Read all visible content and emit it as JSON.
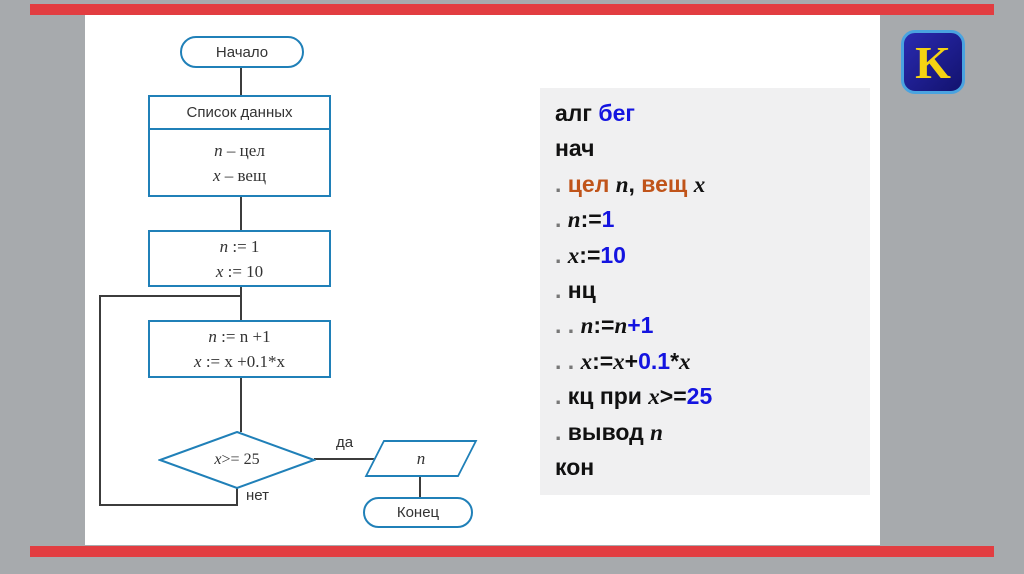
{
  "colors": {
    "background_gray": "#a7aaad",
    "bar_red": "#e23d41",
    "shape_border_blue": "#2080b8",
    "connector_dark": "#3c3c3c",
    "panel_gray": "#f0f0f1",
    "code_blue": "#1414e0",
    "code_type_orange": "#c0541a",
    "logo_blue": "#1c1c9c",
    "logo_yellow": "#f5d312"
  },
  "flowchart": {
    "start_label": "Начало",
    "end_label": "Конец",
    "data_title": "Список данных",
    "data_lines": [
      {
        "v": "n",
        "rest": " – цел"
      },
      {
        "v": "x",
        "rest": " – вещ"
      }
    ],
    "init_lines": [
      {
        "v": "n",
        "rest": " := 1"
      },
      {
        "v": "x",
        "rest": " := 10"
      }
    ],
    "loop_lines": [
      {
        "v": "n",
        "rest": " := n +1"
      },
      {
        "v": "x",
        "rest": " := x +0.1*x"
      }
    ],
    "condition": {
      "v": "x",
      "rest": ">= 25"
    },
    "branch_yes": "да",
    "branch_no": "нет",
    "output_var": "n"
  },
  "code": {
    "lines": [
      {
        "segs": [
          {
            "t": "алг ",
            "c": "kw"
          },
          {
            "t": "бег",
            "c": "blue"
          }
        ]
      },
      {
        "segs": [
          {
            "t": "нач",
            "c": "kw"
          }
        ]
      },
      {
        "segs": [
          {
            "t": ". ",
            "c": "dot"
          },
          {
            "t": "цел ",
            "c": "type"
          },
          {
            "t": "n",
            "c": "var"
          },
          {
            "t": ", ",
            "c": "plain"
          },
          {
            "t": "вещ ",
            "c": "type"
          },
          {
            "t": "x",
            "c": "var"
          }
        ]
      },
      {
        "segs": [
          {
            "t": ". ",
            "c": "dot"
          },
          {
            "t": "n",
            "c": "var"
          },
          {
            "t": ":=",
            "c": "plain"
          },
          {
            "t": "1",
            "c": "blue"
          }
        ]
      },
      {
        "segs": [
          {
            "t": ". ",
            "c": "dot"
          },
          {
            "t": "x",
            "c": "var"
          },
          {
            "t": ":=",
            "c": "plain"
          },
          {
            "t": "10",
            "c": "blue"
          }
        ]
      },
      {
        "segs": [
          {
            "t": ". ",
            "c": "dot"
          },
          {
            "t": "нц",
            "c": "kw"
          }
        ]
      },
      {
        "segs": [
          {
            "t": ". . ",
            "c": "dot"
          },
          {
            "t": "n",
            "c": "var"
          },
          {
            "t": ":=",
            "c": "plain"
          },
          {
            "t": "n",
            "c": "var"
          },
          {
            "t": "+1",
            "c": "blue"
          }
        ]
      },
      {
        "segs": [
          {
            "t": ". . ",
            "c": "dot"
          },
          {
            "t": "x",
            "c": "var"
          },
          {
            "t": ":=",
            "c": "plain"
          },
          {
            "t": "x",
            "c": "var"
          },
          {
            "t": "+",
            "c": "plain"
          },
          {
            "t": "0.1",
            "c": "blue"
          },
          {
            "t": "*",
            "c": "plain"
          },
          {
            "t": "x",
            "c": "var"
          }
        ]
      },
      {
        "segs": [
          {
            "t": ". ",
            "c": "dot"
          },
          {
            "t": "кц при ",
            "c": "kw"
          },
          {
            "t": "x",
            "c": "var"
          },
          {
            "t": ">=",
            "c": "plain"
          },
          {
            "t": "25",
            "c": "blue"
          }
        ]
      },
      {
        "segs": [
          {
            "t": ". ",
            "c": "dot"
          },
          {
            "t": "вывод ",
            "c": "kw"
          },
          {
            "t": "n",
            "c": "var"
          }
        ]
      },
      {
        "segs": [
          {
            "t": "кон",
            "c": "kw"
          }
        ]
      }
    ]
  },
  "logo": {
    "letter": "K"
  }
}
